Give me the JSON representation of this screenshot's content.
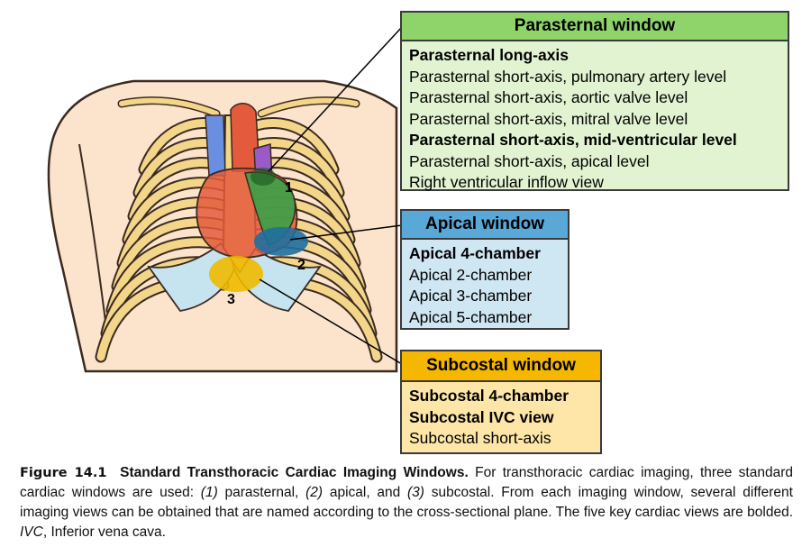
{
  "windows": [
    {
      "title": "Parasternal window",
      "header_color": "#8ed46a",
      "list_color": "#e2f3d2",
      "views": [
        {
          "label": "Parasternal long-axis",
          "bold": true
        },
        {
          "label": "Parasternal short-axis, pulmonary artery level",
          "bold": false
        },
        {
          "label": "Parasternal short-axis, aortic valve level",
          "bold": false
        },
        {
          "label": "Parasternal short-axis, mitral valve level",
          "bold": false
        },
        {
          "label": "Parasternal short-axis, mid-ventricular level",
          "bold": true
        },
        {
          "label": "Parasternal short-axis, apical level",
          "bold": false
        },
        {
          "label": "Right ventricular inflow view",
          "bold": false
        }
      ]
    },
    {
      "title": "Apical window",
      "header_color": "#5aa8d8",
      "list_color": "#cfe6f3",
      "views": [
        {
          "label": "Apical 4-chamber",
          "bold": true
        },
        {
          "label": "Apical 2-chamber",
          "bold": false
        },
        {
          "label": "Apical 3-chamber",
          "bold": false
        },
        {
          "label": "Apical 5-chamber",
          "bold": false
        }
      ]
    },
    {
      "title": "Subcostal window",
      "header_color": "#f5b700",
      "list_color": "#fde6a8",
      "views": [
        {
          "label": "Subcostal 4-chamber",
          "bold": true
        },
        {
          "label": "Subcostal IVC view",
          "bold": true
        },
        {
          "label": "Subcostal short-axis",
          "bold": false
        }
      ]
    }
  ],
  "markers": [
    "1",
    "2",
    "3"
  ],
  "caption": {
    "figure": "Figure 14.1",
    "title": "Standard Transthoracic Cardiac Imaging Windows.",
    "text_1": " For transthoracic cardiac imaging, three standard cardiac windows are used: ",
    "item_1": "(1)",
    "text_2": " parasternal, ",
    "item_2": "(2)",
    "text_3": " apical, and ",
    "item_3": "(3)",
    "text_4": " subcostal. From each imaging window, several different imaging views can be obtained that are named according to the cross-sectional plane. The five key cardiac views are bolded. ",
    "abbr": "IVC",
    "text_5": ", Inferior vena cava."
  },
  "colors": {
    "skin": "#fbe3cc",
    "skin_outline": "#3a2a20",
    "rib": "#f3d68a",
    "cartilage": "#c6e3f0",
    "heart_right": "#e45a3c",
    "heart_left": "#3aa048",
    "vein": "#6a8fe0",
    "apical_spot": "#1f6fa0",
    "subcostal_spot": "#f0b900"
  }
}
